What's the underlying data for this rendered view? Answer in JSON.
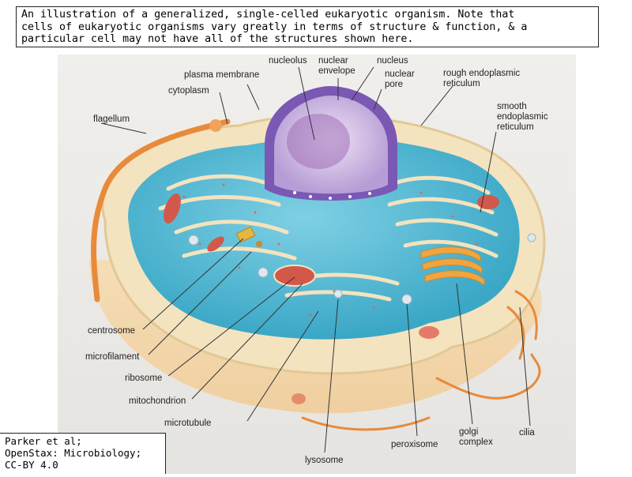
{
  "caption": {
    "lines": [
      "An illustration of a generalized, single-celled eukaryotic organism. Note that",
      "cells of eukaryotic organisms vary greatly in terms of structure & function, & a",
      "particular cell may not have all of the structures shown here."
    ]
  },
  "labels": {
    "nucleolus": "nucleolus",
    "nuclear_envelope": [
      "nuclear",
      "envelope"
    ],
    "nucleus": "nucleus",
    "nuclear_pore": [
      "nuclear",
      "pore"
    ],
    "rough_er": [
      "rough endoplasmic",
      "reticulum"
    ],
    "plasma_membrane": "plasma membrane",
    "cytoplasm": "cytoplasm",
    "smooth_er": [
      "smooth",
      "endoplasmic",
      "reticulum"
    ],
    "flagellum": "flagellum",
    "centrosome": "centrosome",
    "microfilament": "microfilament",
    "ribosome": "ribosome",
    "mitochondrion": "mitochondrion",
    "microtubule": "microtubule",
    "lysosome": "lysosome",
    "peroxisome": "peroxisome",
    "golgi_complex": [
      "golgi",
      "complex"
    ],
    "cilia": "cilia"
  },
  "credit": {
    "lines": [
      "Parker et al;",
      "OpenStax: Microbiology;",
      "CC-BY 4.0"
    ]
  },
  "colors": {
    "cytoplasm_blue": "#5bbcd6",
    "membrane_cream": "#f3e3bf",
    "nucleus_purple": "#8e6fc1",
    "flagellum_orange": "#e88a3a",
    "mitochondria_red": "#d2584a",
    "golgi_orange": "#f0a640"
  }
}
